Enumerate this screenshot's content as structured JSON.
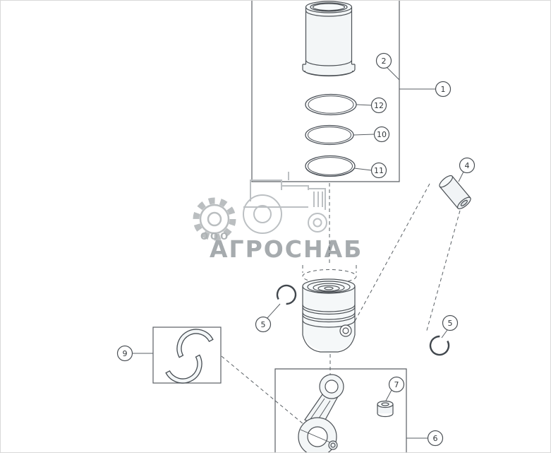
{
  "watermark": {
    "ooo": "ООО",
    "brand": "АГРОСНАБ"
  },
  "callouts": {
    "c1": "1",
    "c2": "2",
    "c4": "4",
    "c5a": "5",
    "c5b": "5",
    "c6": "6",
    "c7": "7",
    "c9": "9",
    "c10": "10",
    "c11": "11",
    "c12": "12"
  }
}
